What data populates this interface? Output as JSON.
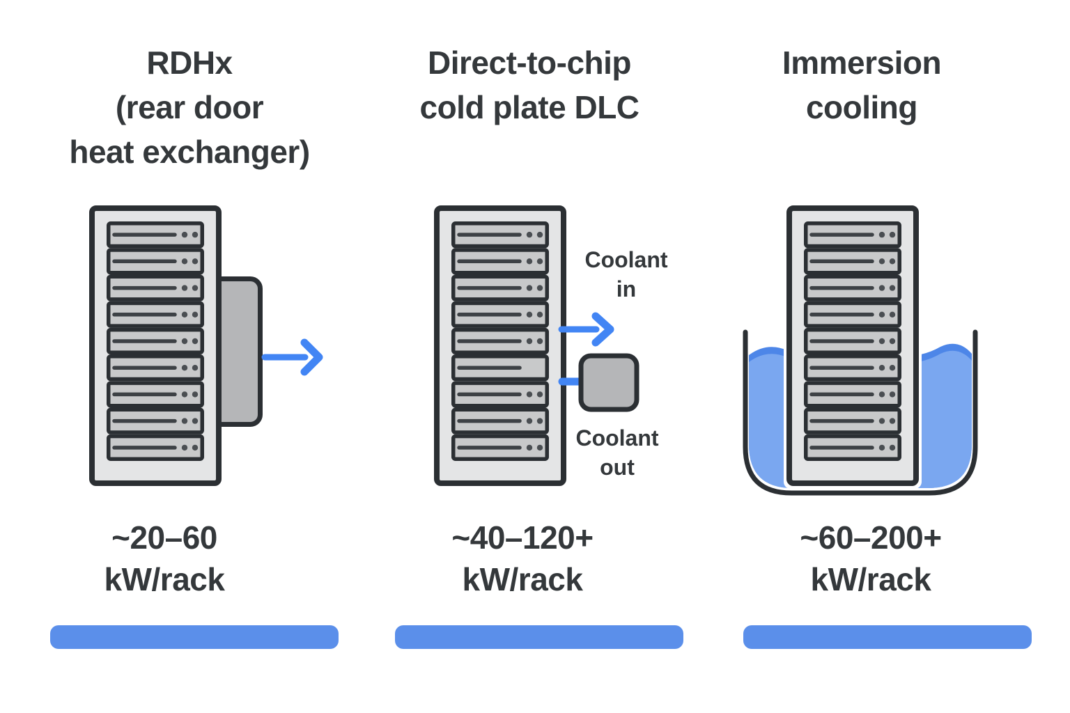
{
  "colors": {
    "text": "#34383b",
    "outline": "#2b2f33",
    "frame": "#e4e5e6",
    "server": "#c8c9ca",
    "server_line": "#3d4145",
    "dot": "#4a4e52",
    "panel": "#b5b6b8",
    "arrow": "#4285f4",
    "bar": "#5b8fea",
    "liquid": "#7aa7f0",
    "wave": "#4d86e8"
  },
  "columns": [
    {
      "title": "RDHx\n(rear door\nheat exchanger)",
      "range": "~20–60",
      "unit": "kW/rack"
    },
    {
      "title": "Direct-to-chip\ncold plate DLC",
      "range": "~40–120+",
      "unit": "kW/rack",
      "coolant_in": "Coolant\nin",
      "coolant_out": "Coolant\nout"
    },
    {
      "title": "Immersion\ncooling",
      "range": "~60–200+",
      "unit": "kW/rack"
    }
  ]
}
